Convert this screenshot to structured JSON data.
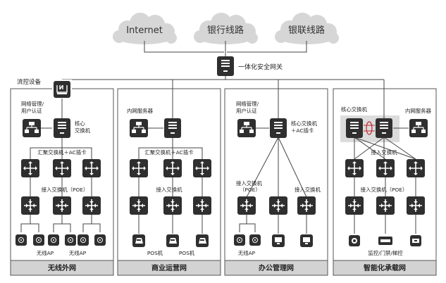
{
  "clouds": [
    {
      "label": "Internet"
    },
    {
      "label": "银行线路"
    },
    {
      "label": "银联线路"
    }
  ],
  "gateway": {
    "label": "一体化安全网关"
  },
  "flow_device": {
    "label": "流控设备"
  },
  "zones": [
    {
      "title": "无线外网",
      "labels": {
        "mgmt": "网络管理/",
        "auth": "用户认证",
        "core1": "核心",
        "core2": "交换机",
        "agg": "汇聚交换机＋AC插卡",
        "access": "接入交换机（POE）",
        "ap1": "无线AP",
        "ap2": "无线AP"
      }
    },
    {
      "title": "商业运营网",
      "labels": {
        "server": "内网服务器",
        "agg": "汇聚交换机＋AC插卡",
        "access": "接入交换机",
        "pos1": "POS机",
        "pos2": "POS机"
      }
    },
    {
      "title": "办公管理网",
      "labels": {
        "mgmt": "网络管理/",
        "auth": "用户认证",
        "core1": "核心交换机",
        "core2": "＋AC插卡",
        "access1a": "接入交换机",
        "access1b": "（POE）",
        "access2": "接入交换机",
        "ap": "无线AP"
      }
    },
    {
      "title": "智能化承载网",
      "labels": {
        "core": "核心交换机",
        "server": "内网服务器",
        "access": "接入交换机",
        "access_poe": "接入交换机（POE）",
        "bottom": "监控/门禁/梯控"
      }
    }
  ]
}
